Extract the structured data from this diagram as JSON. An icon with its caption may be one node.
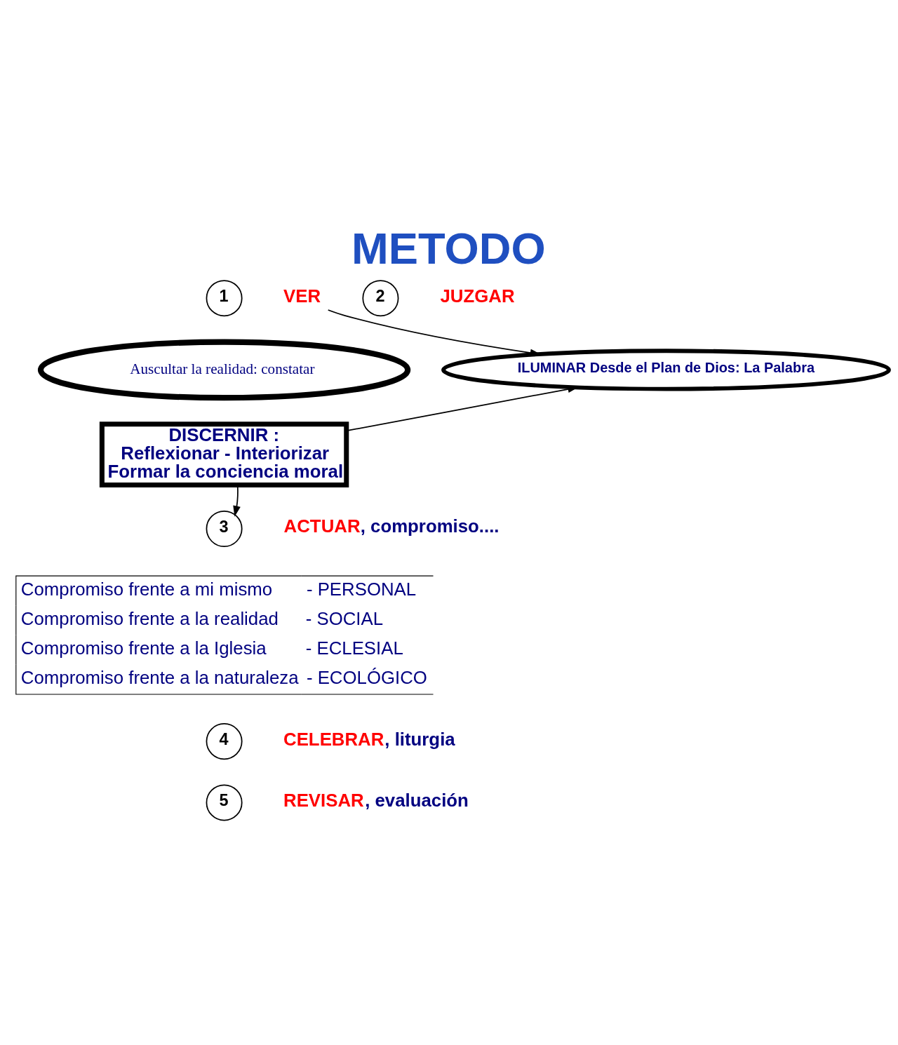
{
  "diagram": {
    "title": "METODO",
    "nodes": [
      {
        "text": [
          "1"
        ]
      },
      {
        "text": [
          "VER"
        ]
      },
      {
        "text": [
          "Auscultar la realidad: constatar"
        ]
      },
      {
        "text": [
          "2"
        ]
      },
      {
        "text": [
          "JUZGAR"
        ]
      },
      {
        "text": [
          "ILUMINAR Desde el Plan de Dios: La Palabra"
        ]
      },
      {
        "text": [
          "DISCERNIR :",
          "Reflexionar - Interiorizar",
          "Formar la conciencia moral"
        ]
      },
      {
        "text": [
          "3"
        ]
      },
      {
        "text": [
          "ACTUAR",
          ", compromiso...."
        ]
      },
      {
        "text": [
          "4"
        ]
      },
      {
        "text": [
          "CELEBRAR",
          ", liturgia"
        ]
      },
      {
        "text": [
          "5"
        ]
      },
      {
        "text": [
          "REVISAR",
          ", evaluación"
        ]
      }
    ],
    "edges": [
      {
        "from": 1,
        "to": 5,
        "arrow": "to"
      },
      {
        "from": 6,
        "to": 5,
        "arrow": "to"
      },
      {
        "from": 6,
        "to": 7,
        "arrow": "to"
      }
    ],
    "labels": [
      "Compromiso frente a mi mismo",
      "- PERSONAL",
      "Compromiso frente a la realidad",
      "- SOCIAL",
      "Compromiso frente a la Iglesia",
      "- ECLESIAL",
      "Compromiso frente a la naturaleza",
      "- ECOLÓGICO"
    ]
  }
}
